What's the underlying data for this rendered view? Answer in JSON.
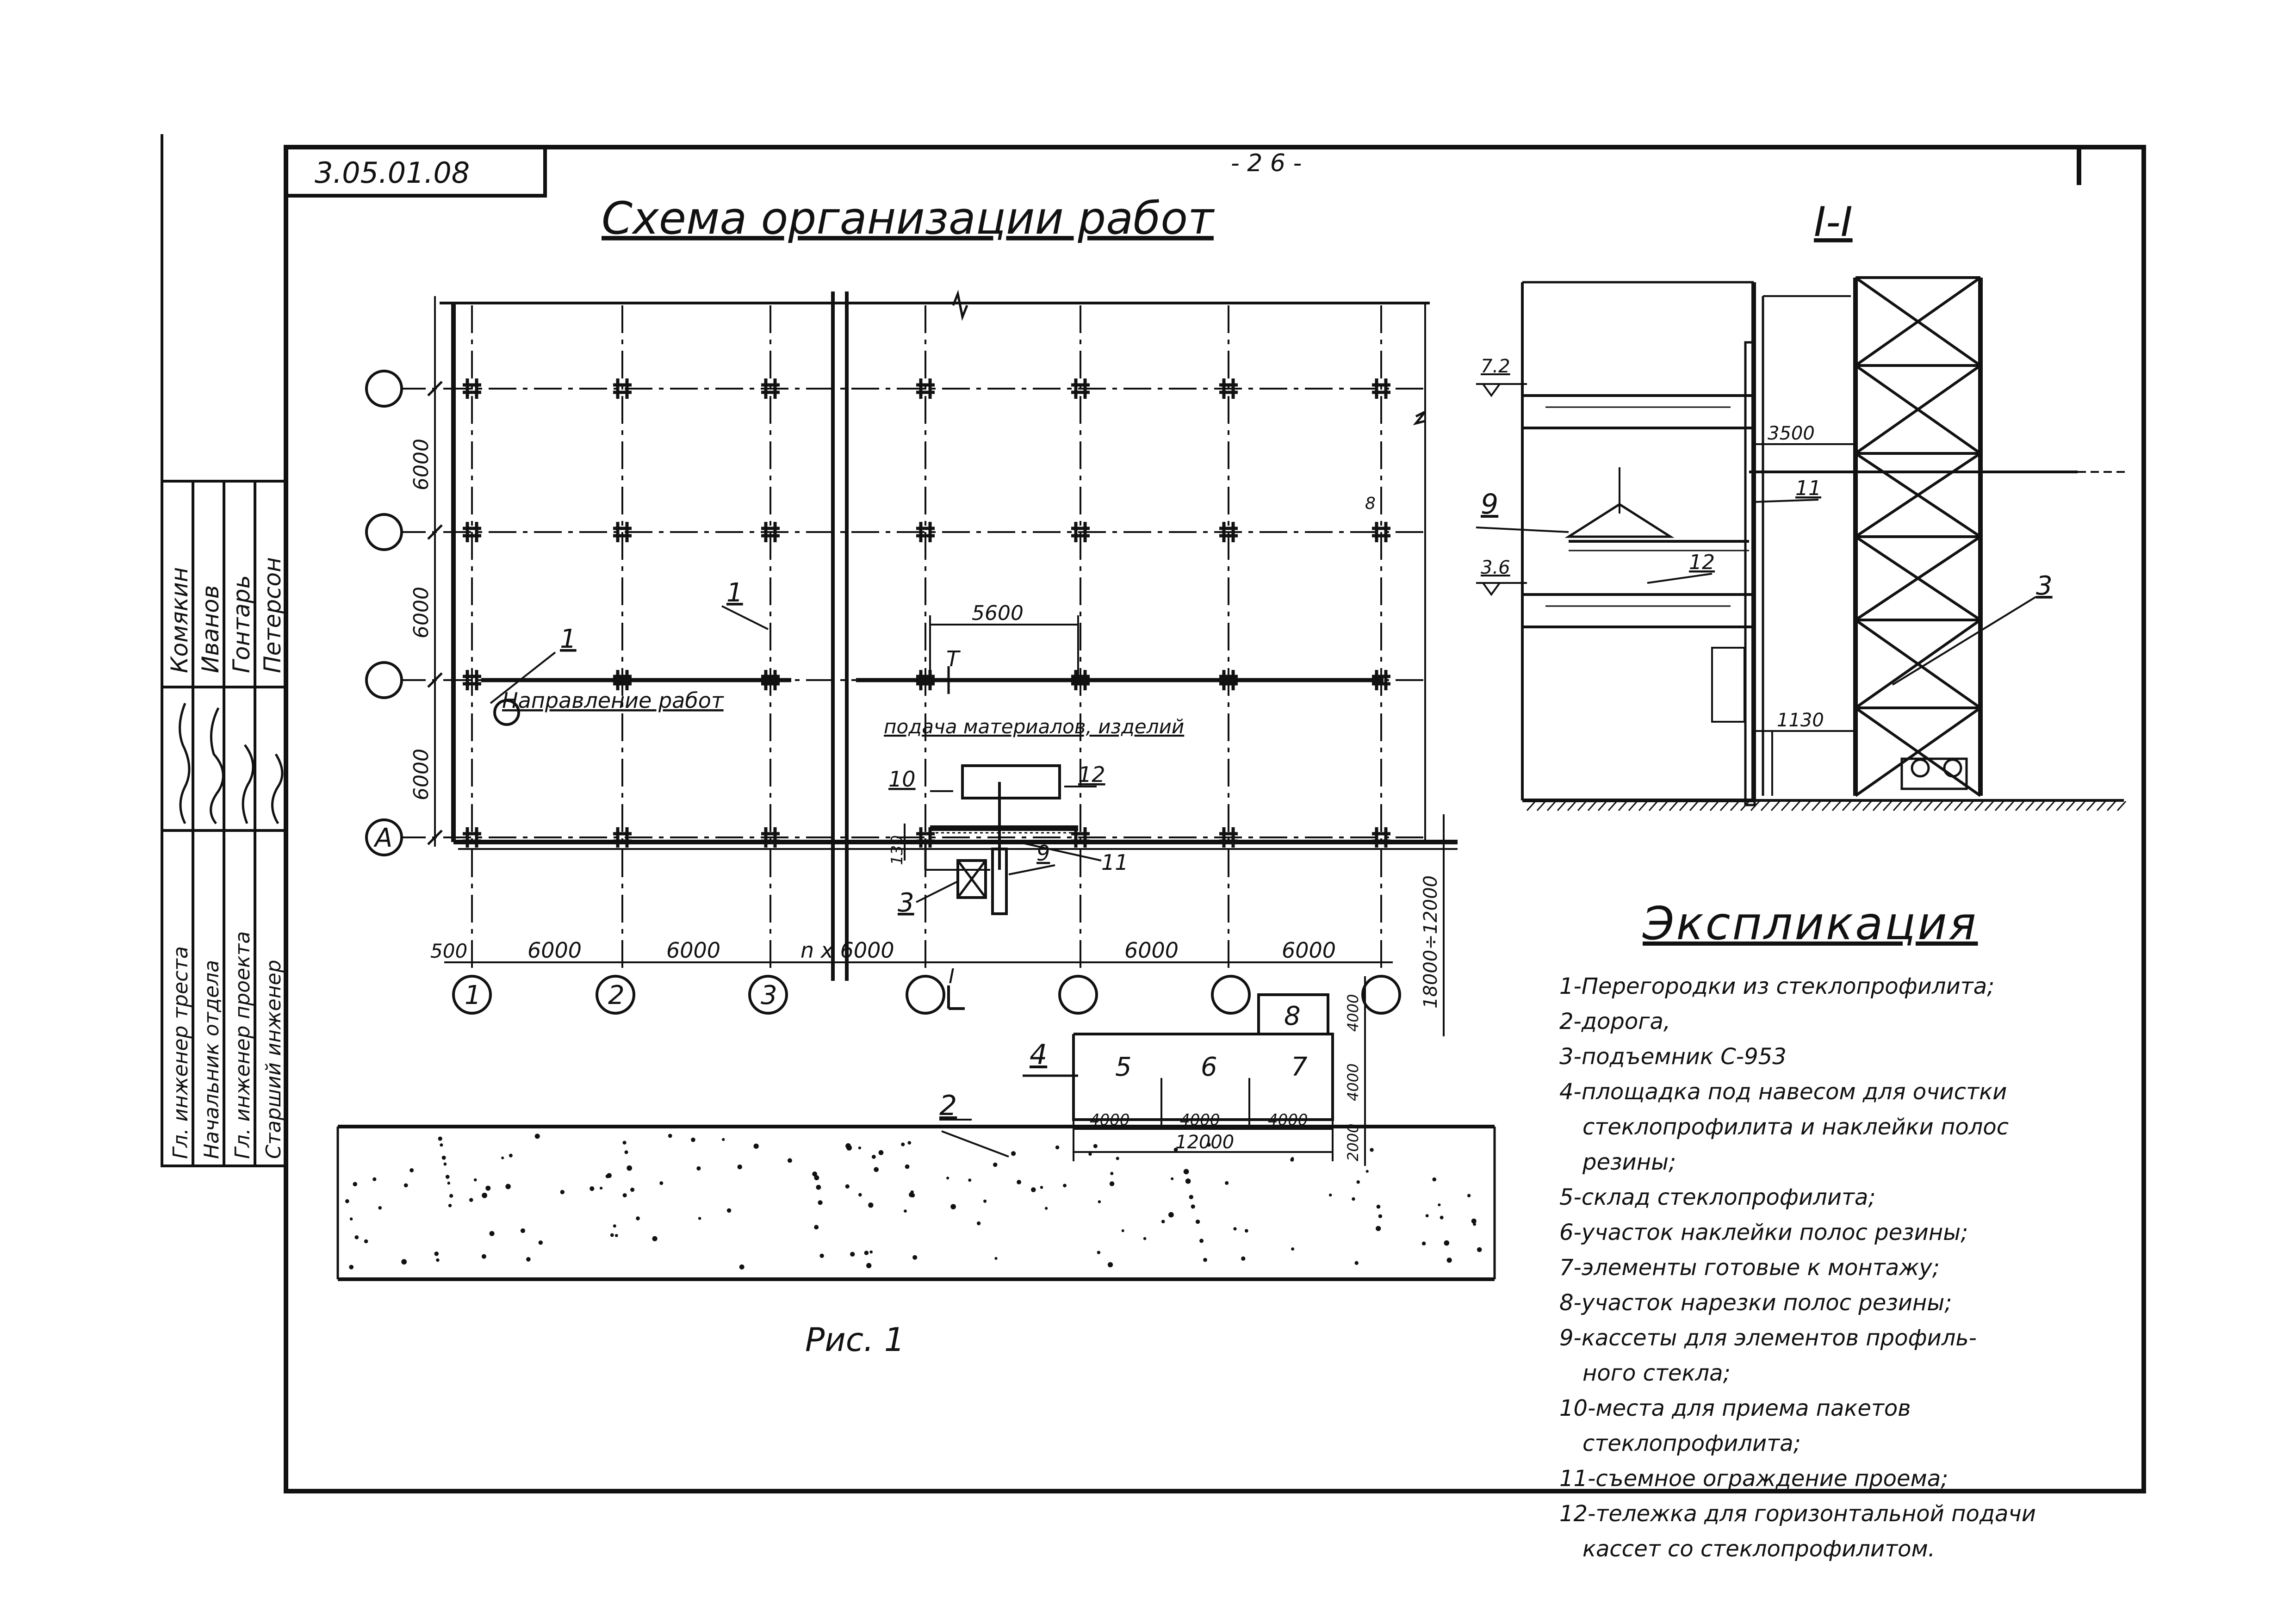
{
  "header": {
    "doc_code": "3.05.01.08",
    "page_number": "- 2 6 -",
    "title": "Схема организации работ",
    "section_title": "I-I"
  },
  "stamp": {
    "rows": [
      {
        "position": "Гл. инженер треста",
        "signature": "",
        "name": "Комякин"
      },
      {
        "position": "Начальник отдела",
        "signature": "",
        "name": "Иванов"
      },
      {
        "position": "Гл. инженер проекта",
        "signature": "",
        "name": "Гонтарь"
      },
      {
        "position": "Старший инженер",
        "signature": "",
        "name": "Петерсон"
      }
    ]
  },
  "plan": {
    "column_axes": [
      "1",
      "2",
      "3",
      "",
      "",
      "",
      ""
    ],
    "row_axes": [
      "",
      "",
      "",
      "А"
    ],
    "bottom_dims": [
      "500",
      "6000",
      "6000",
      "n x 6000",
      "6000",
      "6000"
    ],
    "left_dims": [
      "6000",
      "6000",
      "6000"
    ],
    "right_dim": "18000÷12000",
    "span_dim": "5600",
    "wall_label": "1",
    "direction_label": "Направление работ",
    "direction_marker": "1",
    "feed_label": "подача материалов, изделий",
    "t_mark": "T",
    "dim_130": "130",
    "section_mark": "I",
    "eight_mark": "8",
    "callouts": [
      "1",
      "1",
      "10",
      "12",
      "11",
      "9",
      "3"
    ],
    "storage": {
      "zone_label": "4",
      "cells": [
        "5",
        "6",
        "7"
      ],
      "cell_dims": [
        "4000",
        "4000",
        "4000"
      ],
      "total_dim": "12000",
      "side_dims": [
        "4000",
        "4000",
        "2000"
      ],
      "cut_area": "8"
    },
    "road_label": "2",
    "fig_caption": "Рис. 1"
  },
  "section": {
    "level_top": "7.2",
    "level_mid": "3.6",
    "dim_top": "3500",
    "dim_bottom": "1130",
    "labels": [
      "9",
      "11",
      "12",
      "3"
    ]
  },
  "explication": {
    "title": "Экспликация",
    "items": [
      "1-Перегородки из стеклопрофилита;",
      "2-дорога,",
      "3-подъемник С-953",
      "4-площадка под навесом для очистки",
      "стеклопрофилита и наклейки полос",
      "резины;",
      "5-склад стеклопрофилита;",
      "6-участок наклейки полос резины;",
      "7-элементы готовые к монтажу;",
      "8-участок нарезки полос резины;",
      "9-кассеты для элементов профиль-",
      "ного стекла;",
      "10-места для приема пакетов",
      "стеклопрофилита;",
      "11-съемное ограждение проема;",
      "12-тележка для горизонтальной подачи",
      "кассет со стеклопрофилитом."
    ]
  }
}
